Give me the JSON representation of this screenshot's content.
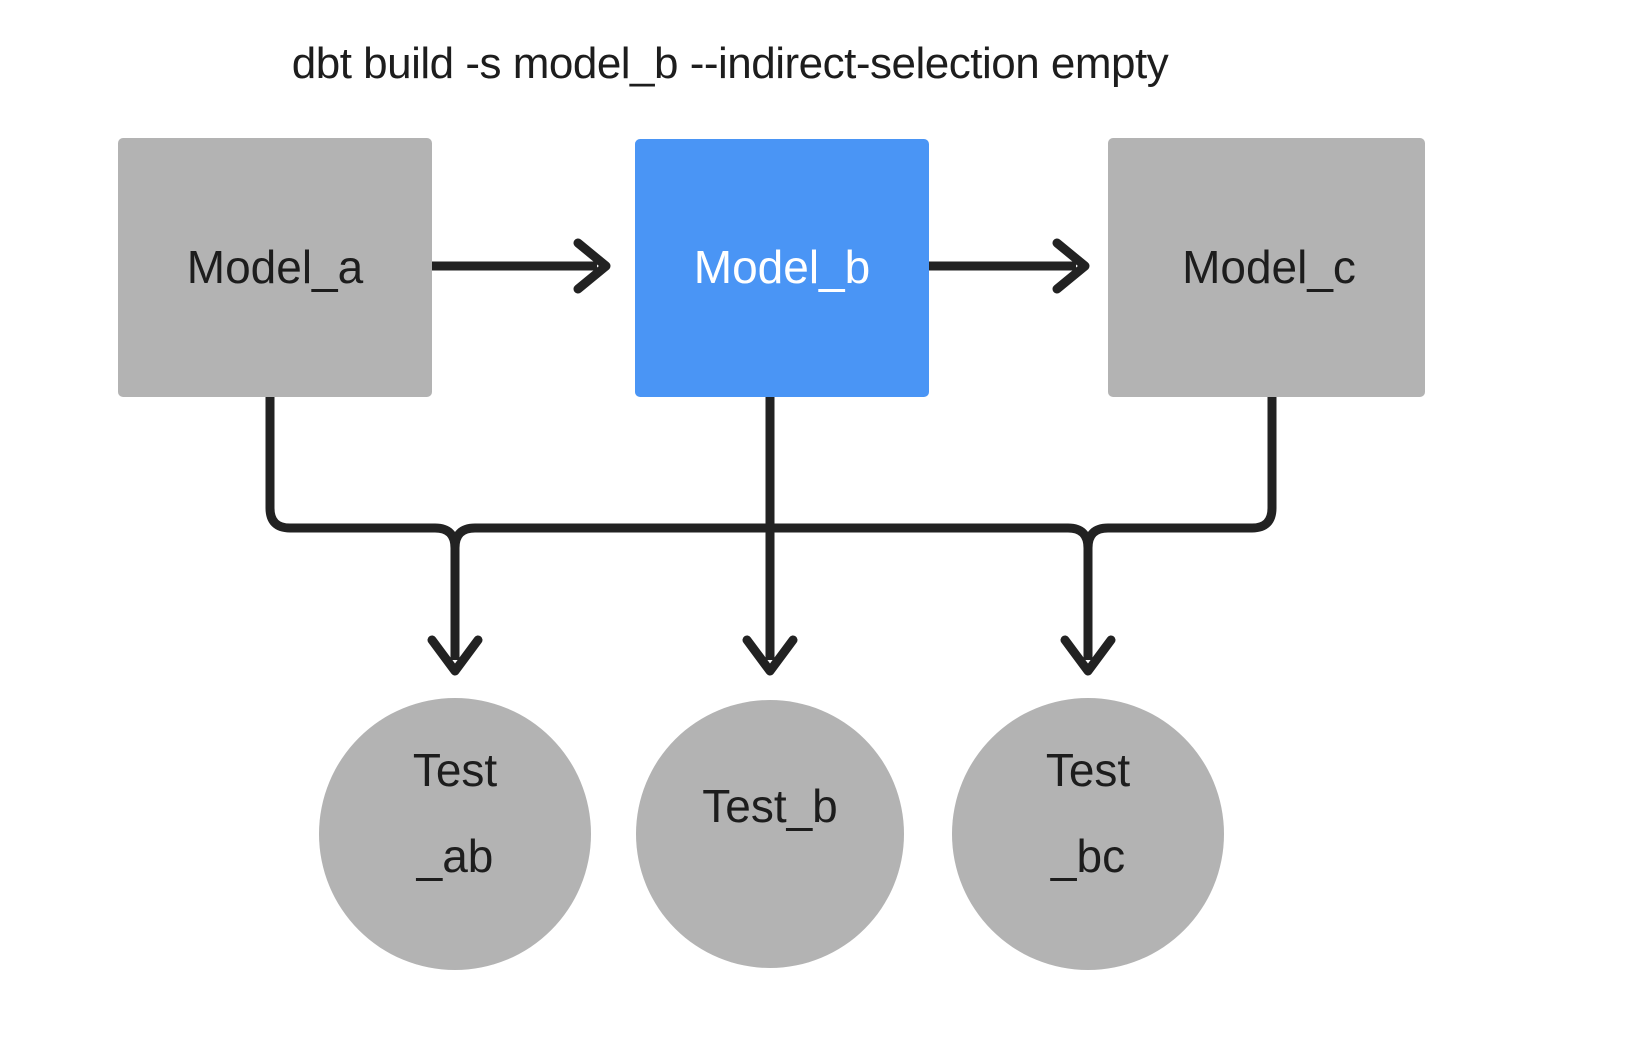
{
  "diagram": {
    "title": "dbt build -s model_b --indirect-selection empty",
    "background": "#ffffff",
    "colors": {
      "node_gray": "#b3b3b3",
      "node_selected_blue": "#4a95f5",
      "edge_stroke": "#222222",
      "text_dark": "#1d1d1d",
      "text_light": "#ffffff"
    },
    "models": [
      {
        "id": "model_a",
        "label": "Model_a",
        "shape": "rectangle",
        "fill": "#b3b3b3",
        "text_color": "#1d1d1d",
        "selected": false
      },
      {
        "id": "model_b",
        "label": "Model_b",
        "shape": "rectangle",
        "fill": "#4a95f5",
        "text_color": "#ffffff",
        "selected": true
      },
      {
        "id": "model_c",
        "label": "Model_c",
        "shape": "rectangle",
        "fill": "#b3b3b3",
        "text_color": "#1d1d1d",
        "selected": false
      }
    ],
    "tests": [
      {
        "id": "test_ab",
        "label_line1": "Test",
        "label_line2": "_ab",
        "shape": "circle",
        "fill": "#b3b3b3",
        "text_color": "#1d1d1d",
        "selected": false
      },
      {
        "id": "test_b",
        "label_line1": "Test_b",
        "label_line2": "",
        "shape": "circle",
        "fill": "#b3b3b3",
        "text_color": "#1d1d1d",
        "selected": false
      },
      {
        "id": "test_bc",
        "label_line1": "Test",
        "label_line2": "_bc",
        "shape": "circle",
        "fill": "#b3b3b3",
        "text_color": "#1d1d1d",
        "selected": false
      }
    ],
    "edges": [
      {
        "id": "a-to-b",
        "from": "model_a",
        "to": "model_b",
        "style": "arrow"
      },
      {
        "id": "b-to-c",
        "from": "model_b",
        "to": "model_c",
        "style": "arrow"
      },
      {
        "id": "a-to-test_ab",
        "from": "model_a",
        "to": "test_ab",
        "style": "arrow"
      },
      {
        "id": "b-to-test_ab",
        "from": "model_b",
        "to": "test_ab",
        "style": "arrow"
      },
      {
        "id": "b-to-test_b",
        "from": "model_b",
        "to": "test_b",
        "style": "arrow"
      },
      {
        "id": "b-to-test_bc",
        "from": "model_b",
        "to": "test_bc",
        "style": "arrow"
      },
      {
        "id": "c-to-test_bc",
        "from": "model_c",
        "to": "test_bc",
        "style": "arrow"
      }
    ]
  }
}
